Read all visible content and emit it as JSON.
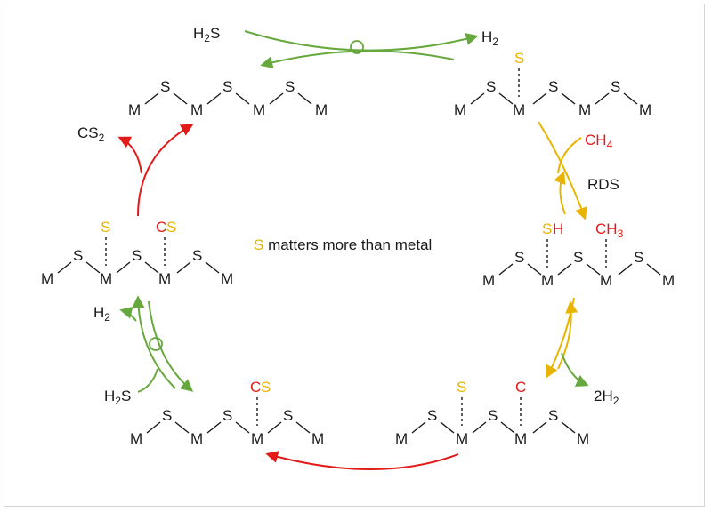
{
  "colors": {
    "black": "#1a1a1a",
    "sulfur": "#e8b400",
    "red": "#e21a1a",
    "green": "#66a83c",
    "border": "#d4d4d4"
  },
  "labels": {
    "h2s": "H",
    "h2s_sub": "2",
    "h2s_tail": "S",
    "h2": "H",
    "h2_sub": "2",
    "cs2": "CS",
    "cs2_sub": "2",
    "ch4": "CH",
    "ch4_sub": "4",
    "ch3": "CH",
    "ch3_sub": "3",
    "rds": "RDS",
    "two_h2": "2H",
    "two_h2_sub": "2",
    "center_s": "S",
    "center_text": " matters more than metal",
    "M": "M",
    "S": "S",
    "C": "C",
    "H": "H"
  }
}
